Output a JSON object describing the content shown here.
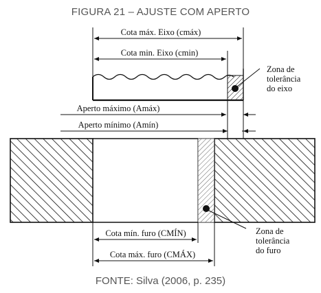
{
  "figure": {
    "title": "FIGURA 21 – AJUSTE COM APERTO",
    "source": "FONTE: Silva (2006, p. 235)"
  },
  "labels": {
    "cota_max_eixo": "Cota máx. Eixo (cmáx)",
    "cota_min_eixo": "Cota min. Eixo (cmin)",
    "aperto_maximo": "Aperto máximo (Amáx)",
    "aperto_minimo": "Aperto mínimo (Amín)",
    "cota_min_furo": "Cota mín. furo (CMÍN)",
    "cota_max_furo": "Cota máx. furo (CMÁX)",
    "zona_eixo": [
      "Zona de",
      "tolerância",
      "do eixo"
    ],
    "zona_furo": [
      "Zona de",
      "tolerância",
      "do furo"
    ]
  },
  "colors": {
    "line": "#111111",
    "caption": "#555555"
  }
}
